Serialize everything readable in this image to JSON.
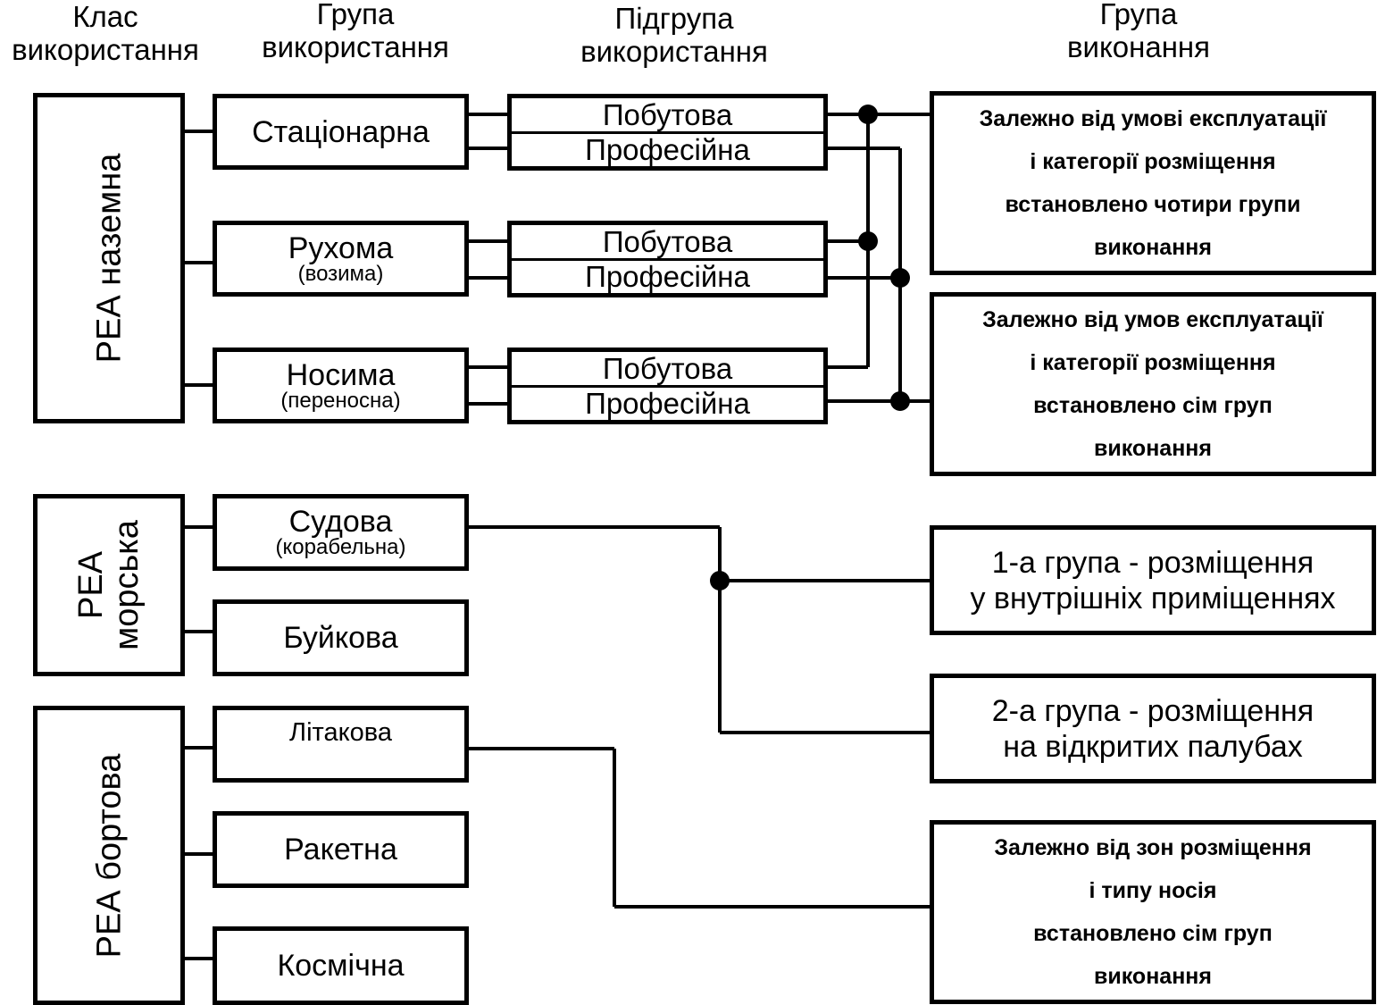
{
  "headers": {
    "class_line1": "Клас",
    "class_line2": "використання",
    "group_line1": "Група",
    "group_line2": "використання",
    "subgroup_line1": "Підгрупа",
    "subgroup_line2": "використання",
    "exec_line1": "Група",
    "exec_line2": "виконання"
  },
  "classes": {
    "ground": "РЕА наземна",
    "sea_line1": "РЕА",
    "sea_line2": "морська",
    "board": "РЕА бортова"
  },
  "groups": {
    "stationary": "Стаціонарна",
    "mobile": "Рухома",
    "mobile_note": "(возима)",
    "portable": "Носима",
    "portable_note": "(переносна)",
    "ship": "Судова",
    "ship_note": "(корабельна)",
    "buoy": "Буйкова",
    "aircraft": "Літакова",
    "rocket": "Ракетна",
    "space": "Космічна"
  },
  "subgroups": {
    "household": "Побутова",
    "professional": "Професійна"
  },
  "results": {
    "four_groups": [
      "Залежно від умові експлуатації",
      "і категорії розміщення",
      "встановлено чотири групи",
      "виконання"
    ],
    "seven_groups_ground": [
      "Залежно від умов експлуатації",
      "і категорії розміщення",
      "встановлено сім груп",
      "виконання"
    ],
    "sea_group1": [
      "1-а група - розміщення",
      "у внутрішніх приміщеннях"
    ],
    "sea_group2": [
      "2-а група - розміщення",
      "на відкритих палубах"
    ],
    "board_seven": [
      "Залежно від зон розміщення",
      "і типу носія",
      "встановлено сім груп",
      "виконання"
    ]
  }
}
